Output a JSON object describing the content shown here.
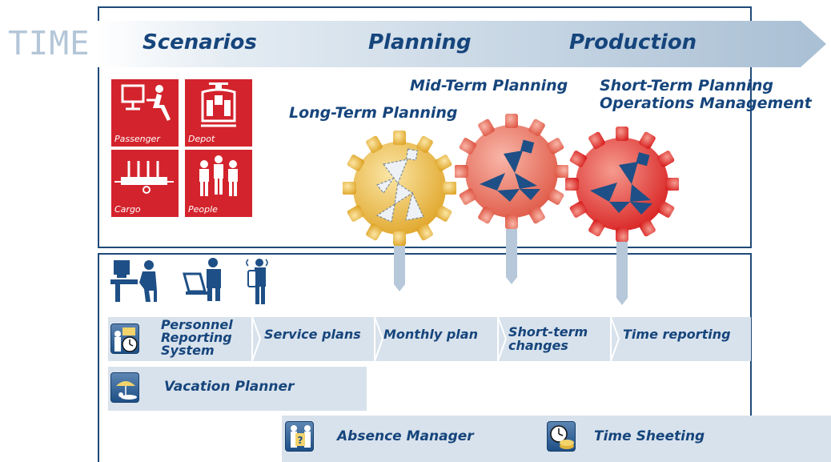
{
  "timeline": {
    "time_word": "TIME",
    "phases": [
      "Scenarios",
      "Planning",
      "Production"
    ]
  },
  "scenarios": {
    "tiles": [
      {
        "label": "Passenger",
        "icon": "passenger-icon"
      },
      {
        "label": "Depot",
        "icon": "depot-train-icon"
      },
      {
        "label": "Cargo",
        "icon": "cargo-wagon-icon"
      },
      {
        "label": "People",
        "icon": "people-icon"
      }
    ],
    "color": "#d3232c"
  },
  "planning": {
    "long_term": "Long-Term Planning",
    "mid_term": "Mid-Term Planning",
    "short_term_1": "Short-Term Planning",
    "short_term_2": "Operations Management",
    "gear_colors": [
      "#f2c457",
      "#f08070",
      "#e63a3a"
    ]
  },
  "users": {
    "icons": [
      "desk-worker-icon",
      "laptop-user-icon",
      "mobile-user-icon"
    ]
  },
  "bars": {
    "personnel": {
      "title": "Personnel Reporting System",
      "segments": [
        "Service plans",
        "Monthly plan",
        "Short-term changes",
        "Time reporting"
      ]
    },
    "vacation": "Vacation Planner",
    "absence": "Absence Manager",
    "time_sheeting": "Time Sheeting"
  },
  "colors": {
    "accent": "#16457c",
    "frame": "#1e4a78",
    "bar": "#d8e2ec"
  }
}
